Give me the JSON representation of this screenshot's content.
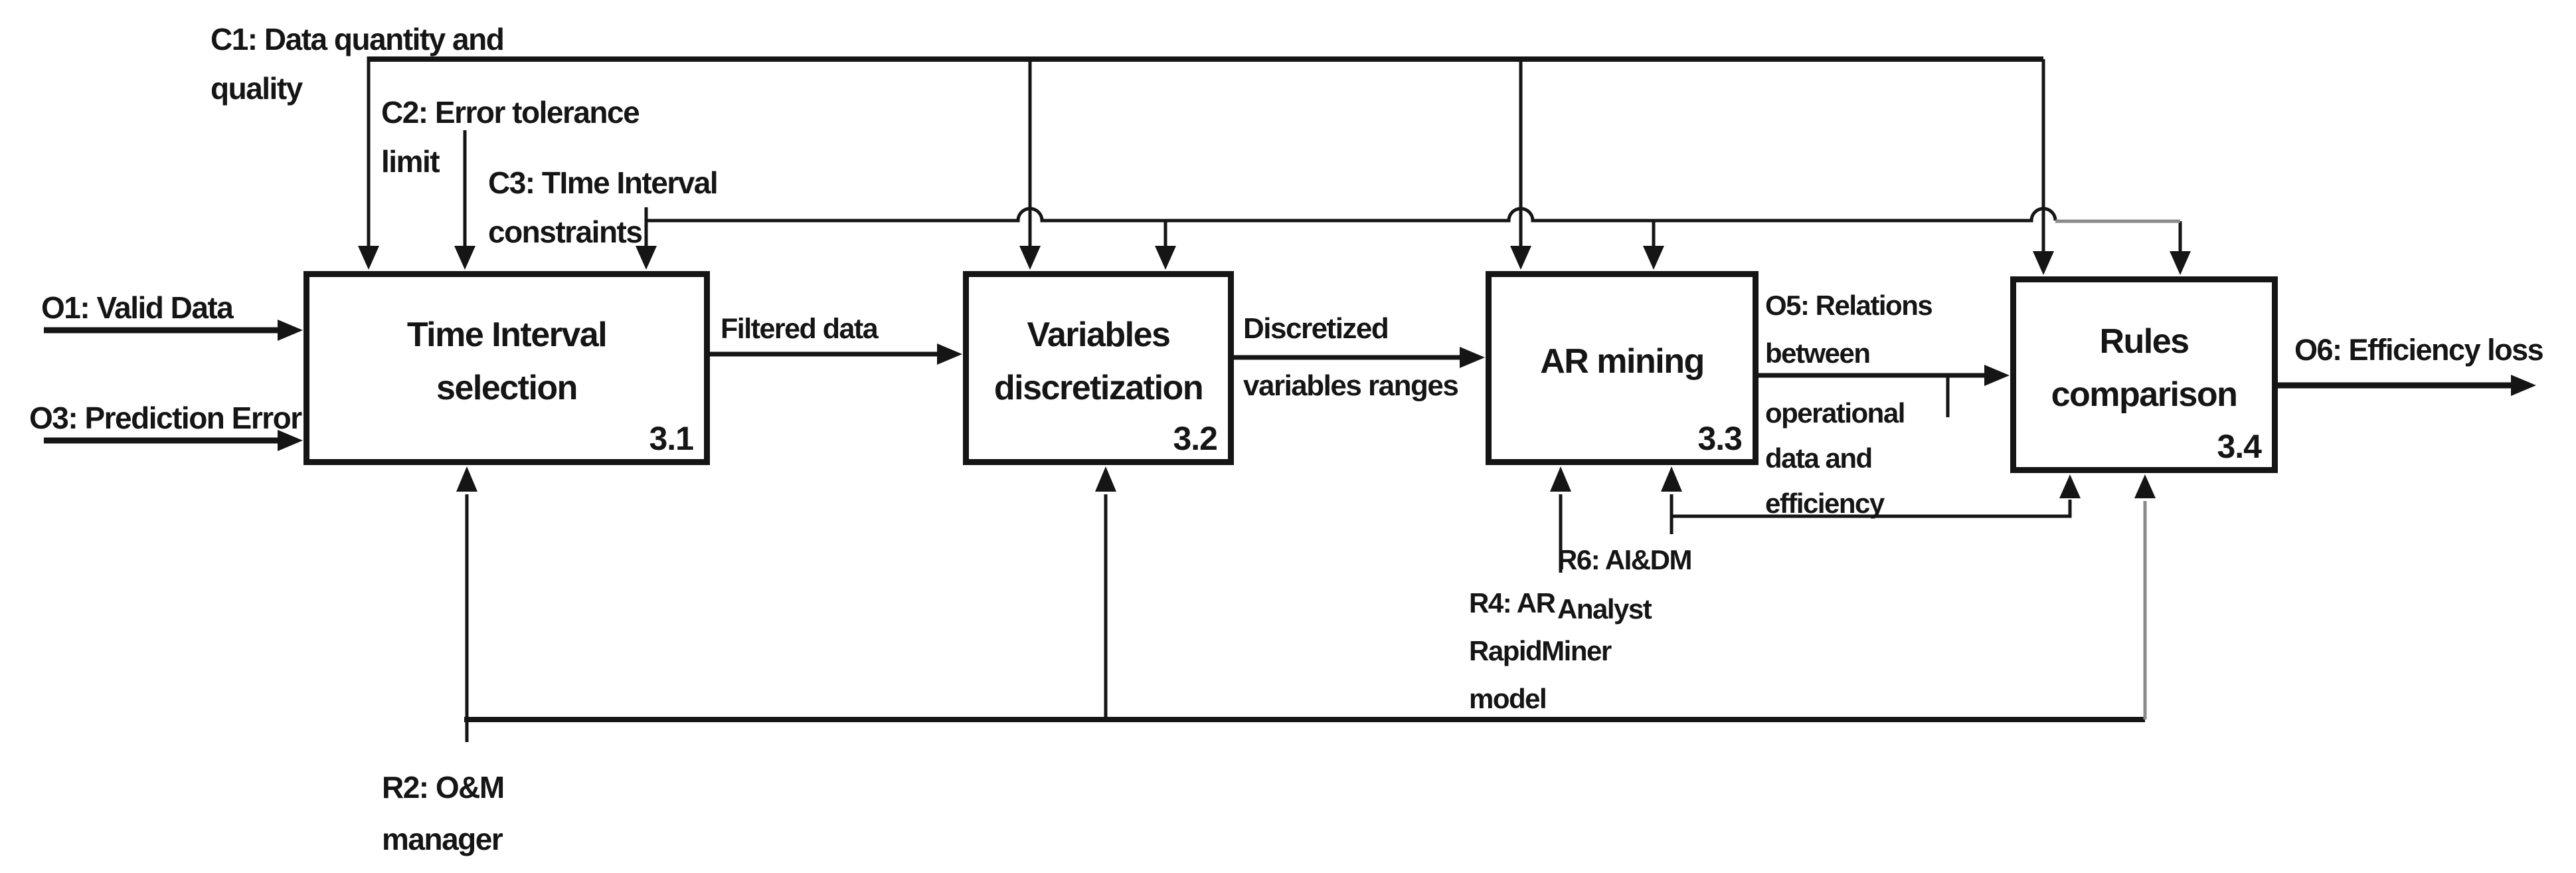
{
  "diagram": {
    "type": "IDEF0 process flow diagram",
    "background_color": "#ffffff",
    "ink_color": "#151515",
    "faded_ink_color": "#8a8a8a"
  },
  "boxes": [
    {
      "title_lines": [
        "Time Interval",
        "selection"
      ],
      "number": "3.1"
    },
    {
      "title_lines": [
        "Variables",
        "discretization"
      ],
      "number": "3.2"
    },
    {
      "title_lines": [
        "AR mining"
      ],
      "number": "3.3"
    },
    {
      "title_lines": [
        "Rules",
        "comparison"
      ],
      "number": "3.4"
    }
  ],
  "labels": {
    "c1": {
      "lines": [
        "C1: Data quantity and",
        "quality"
      ]
    },
    "c2": {
      "lines": [
        "C2: Error tolerance",
        "limit"
      ]
    },
    "c3": {
      "lines": [
        "C3: TIme Interval",
        "constraints"
      ]
    },
    "o1": {
      "lines": [
        "O1: Valid Data"
      ]
    },
    "o3": {
      "lines": [
        "O3: Prediction Error"
      ]
    },
    "filtered": {
      "lines": [
        "Filtered data"
      ]
    },
    "discretized": {
      "lines": [
        "Discretized",
        "variables ranges"
      ]
    },
    "o5": {
      "lines": [
        "O5: Relations",
        "between",
        "operational",
        "data and",
        "efficiency"
      ]
    },
    "o6": {
      "lines": [
        "O6: Efficiency loss"
      ]
    },
    "r2": {
      "lines": [
        "R2: O&M",
        "manager"
      ]
    },
    "r4": {
      "lines": [
        "R4: AR",
        "RapidMiner",
        "model"
      ]
    },
    "r6": {
      "lines": [
        "R6: AI&DM",
        "Analyst"
      ]
    }
  }
}
